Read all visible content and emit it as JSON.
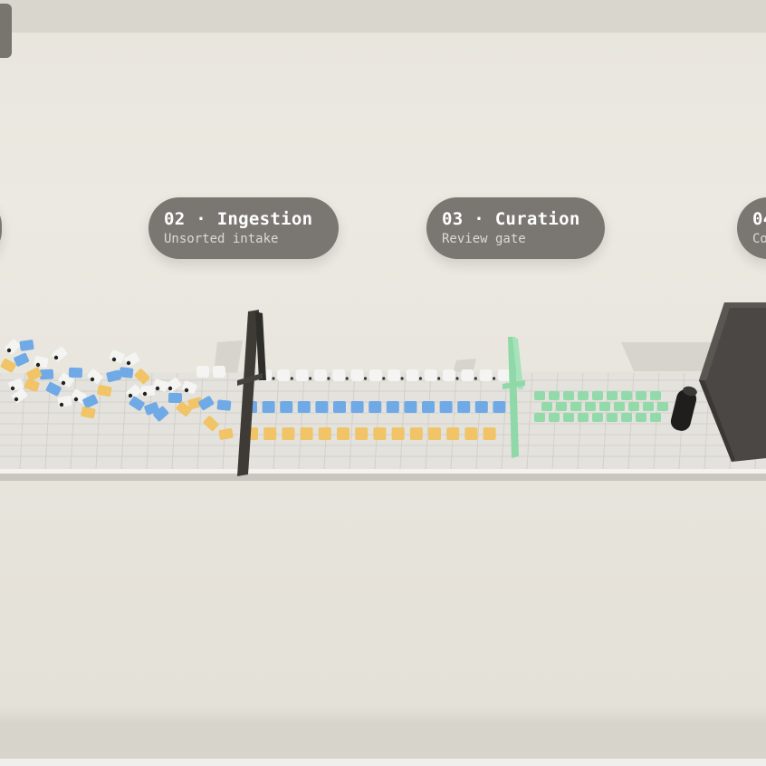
{
  "stages": [
    {
      "title": "",
      "subtitle": ""
    },
    {
      "title": "02 · Ingestion",
      "subtitle": "Unsorted intake"
    },
    {
      "title": "03 · Curation",
      "subtitle": "Review gate"
    },
    {
      "title": "04",
      "subtitle": "Co"
    }
  ],
  "colors": {
    "background": "#ece9e2",
    "belt": "#e3e1dc",
    "belt_grid": "#d2cfc9",
    "label_pill": "#706d68",
    "gate_dark": "#3e3b37",
    "gate_green": "#8fd8a8",
    "item_white": "#f4f4f2",
    "item_blue": "#6fa9e6",
    "item_yellow": "#f0c467",
    "item_green": "#8ed9a6",
    "output_box": "#4a4744"
  },
  "icons": {
    "corner": "panel-tab-icon"
  }
}
